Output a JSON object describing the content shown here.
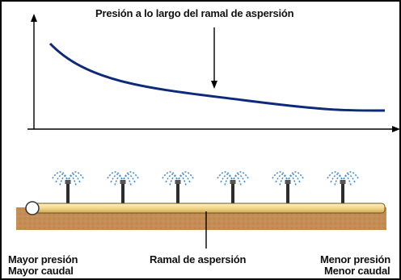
{
  "curve": {
    "title": "Presión a lo largo del ramal de aspersión"
  },
  "labels": {
    "left_pressure": "Mayor presión",
    "left_flow": "Mayor caudal",
    "pipe": "Ramal de aspersión",
    "right_pressure": "Menor presión",
    "right_flow": "Menor caudal"
  },
  "colors": {
    "curve": "#0d2a7a",
    "pipe": "#f3d78a",
    "soil": "#c48d55",
    "spray": "#4b8fd0",
    "riser": "#2d2d2d"
  },
  "sprinkler_count": 6
}
